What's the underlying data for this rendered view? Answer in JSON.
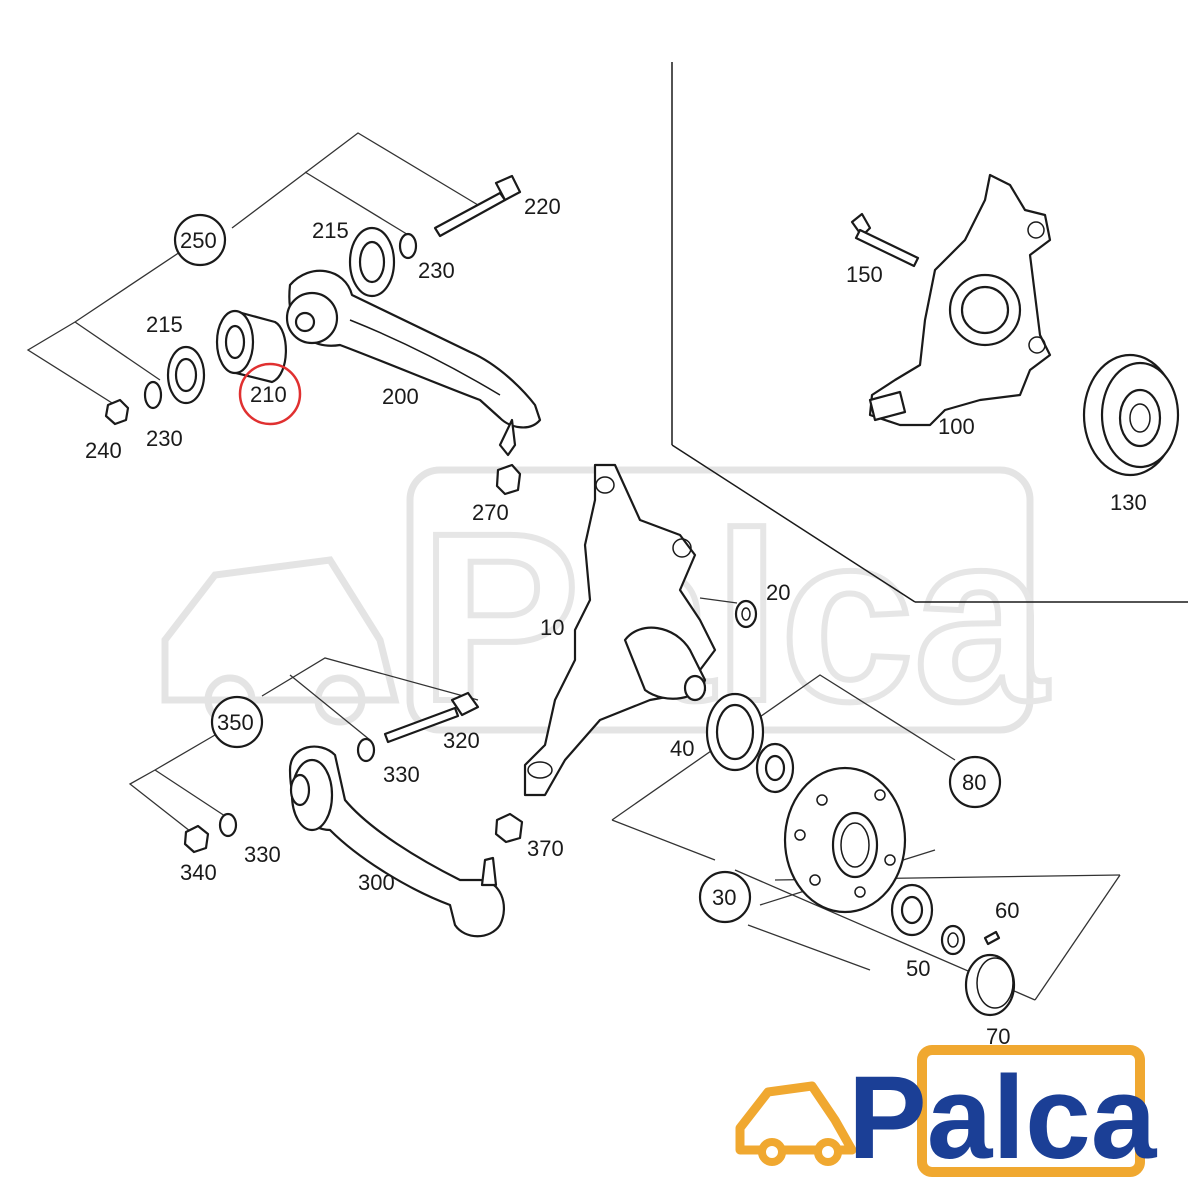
{
  "watermark": {
    "text": "Palca"
  },
  "logo": {
    "text": "Palca",
    "car_color": "#f0a830",
    "text_color": "#1b3f96"
  },
  "highlight": {
    "color": "#e03030",
    "part": "210"
  },
  "callouts": {
    "c10": "10",
    "c20": "20",
    "c30": "30",
    "c40": "40",
    "c50": "50",
    "c60": "60",
    "c70": "70",
    "c80": "80",
    "c100": "100",
    "c130": "130",
    "c150": "150",
    "c200": "200",
    "c210": "210",
    "c215a": "215",
    "c215b": "215",
    "c220": "220",
    "c230a": "230",
    "c230b": "230",
    "c240": "240",
    "c250": "250",
    "c270": "270",
    "c300": "300",
    "c320": "320",
    "c330a": "330",
    "c330b": "330",
    "c340": "340",
    "c350": "350",
    "c370": "370"
  }
}
